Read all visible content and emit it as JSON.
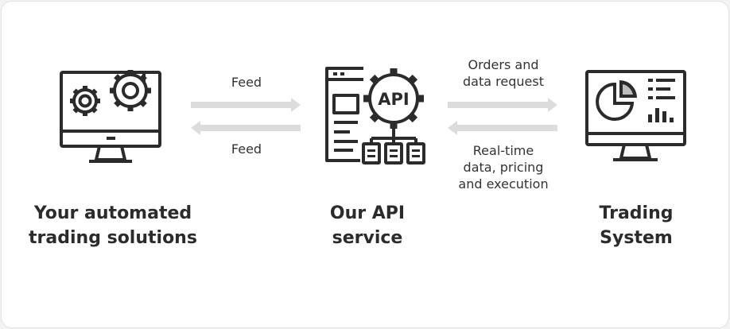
{
  "colors": {
    "stroke": "#2b2b2b",
    "arrow": "#dcdcdc",
    "background": "#ffffff"
  },
  "nodes": [
    {
      "id": "automated",
      "icon": "monitor-gears-icon",
      "title_lines": [
        "Your automated",
        "trading solutions"
      ]
    },
    {
      "id": "api",
      "icon": "api-server-icon",
      "icon_text": "API",
      "title_lines": [
        "Our API",
        "service"
      ]
    },
    {
      "id": "trading",
      "icon": "monitor-dashboard-icon",
      "title_lines": [
        "Trading",
        "System"
      ]
    }
  ],
  "edges": [
    {
      "from": "automated",
      "to": "api",
      "label_lines": [
        "Feed"
      ]
    },
    {
      "from": "api",
      "to": "automated",
      "label_lines": [
        "Feed"
      ]
    },
    {
      "from": "api",
      "to": "trading",
      "label_lines": [
        "Orders and",
        "data request"
      ]
    },
    {
      "from": "trading",
      "to": "api",
      "label_lines": [
        "Real-time",
        "data, pricing",
        "and execution"
      ]
    }
  ]
}
